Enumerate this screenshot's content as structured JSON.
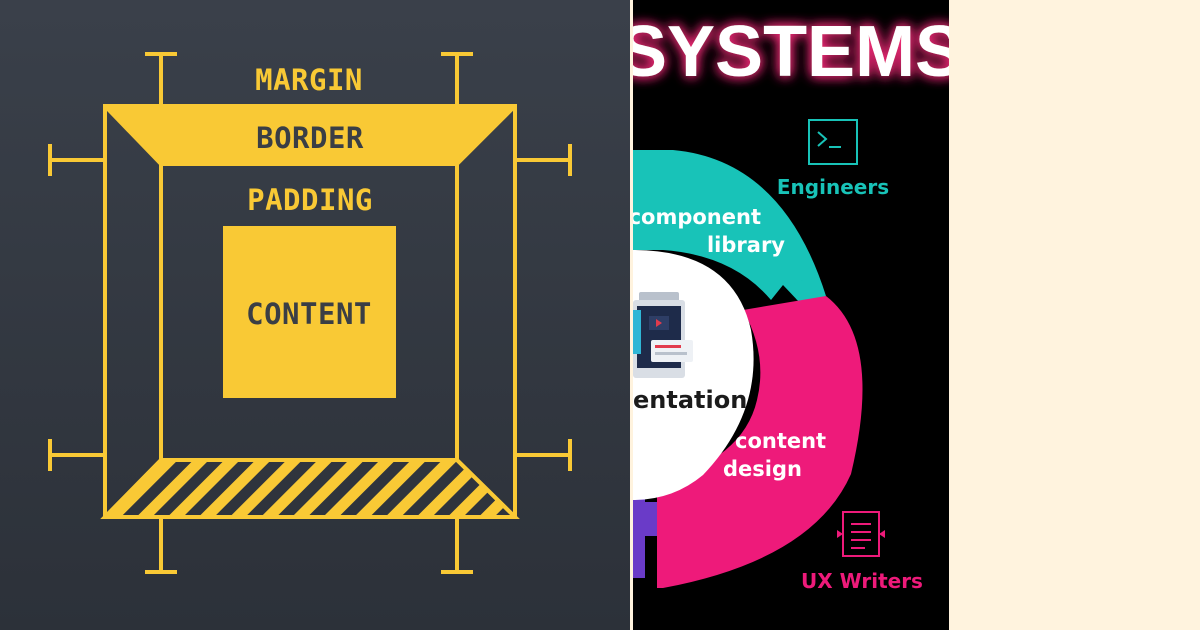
{
  "box_model": {
    "labels": {
      "margin": "MARGIN",
      "border": "BORDER",
      "padding": "PADDING",
      "content": "CONTENT"
    },
    "colors": {
      "background": "#33383F",
      "accent": "#F9C935",
      "label_on_accent": "#3A3E45"
    }
  },
  "design_systems": {
    "title": "SYSTEMS",
    "segments": {
      "component_library": [
        "component",
        "library"
      ],
      "content_design": [
        "content",
        "design"
      ],
      "documentation": "entation"
    },
    "roles": {
      "engineers": "Engineers",
      "ux_writers": "UX Writers"
    },
    "icons": {
      "engineers": "terminal-icon",
      "ux_writers": "document-icon",
      "documentation": "browser-window-icon"
    },
    "colors": {
      "background": "#000000",
      "teal": "#18C3B8",
      "pink": "#EE1A7A",
      "purple": "#6A3BC8",
      "glow": "#FF2E7E"
    }
  },
  "cream_panel": {
    "color": "#FFF3DE"
  }
}
